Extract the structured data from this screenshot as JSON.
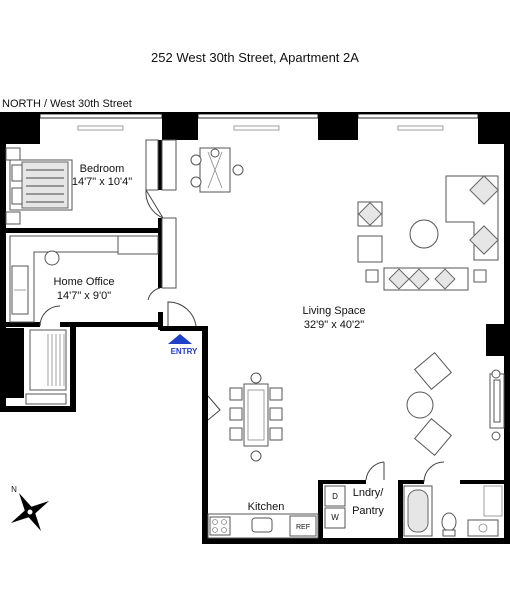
{
  "header": {
    "title": "252 West 30th Street, Apartment 2A",
    "north_label": "NORTH / West 30th Street"
  },
  "rooms": {
    "bedroom": {
      "name": "Bedroom",
      "size": "14'7\" x 10'4\""
    },
    "home_office": {
      "name": "Home Office",
      "size": "14'7\" x 9'0\""
    },
    "living_space": {
      "name": "Living Space",
      "size": "32'9\" x 40'2\""
    },
    "kitchen": {
      "name": "Kitchen"
    },
    "laundry_line1": "Lndry/",
    "laundry_line2": "Pantry"
  },
  "labels": {
    "entry": "ENTRY",
    "ref": "REF",
    "dryer": "D",
    "washer": "W",
    "compass_n": "N"
  },
  "colors": {
    "wall": "#000000",
    "entry": "#1f3fc9",
    "furniture_fill": "#e6e6e6"
  }
}
